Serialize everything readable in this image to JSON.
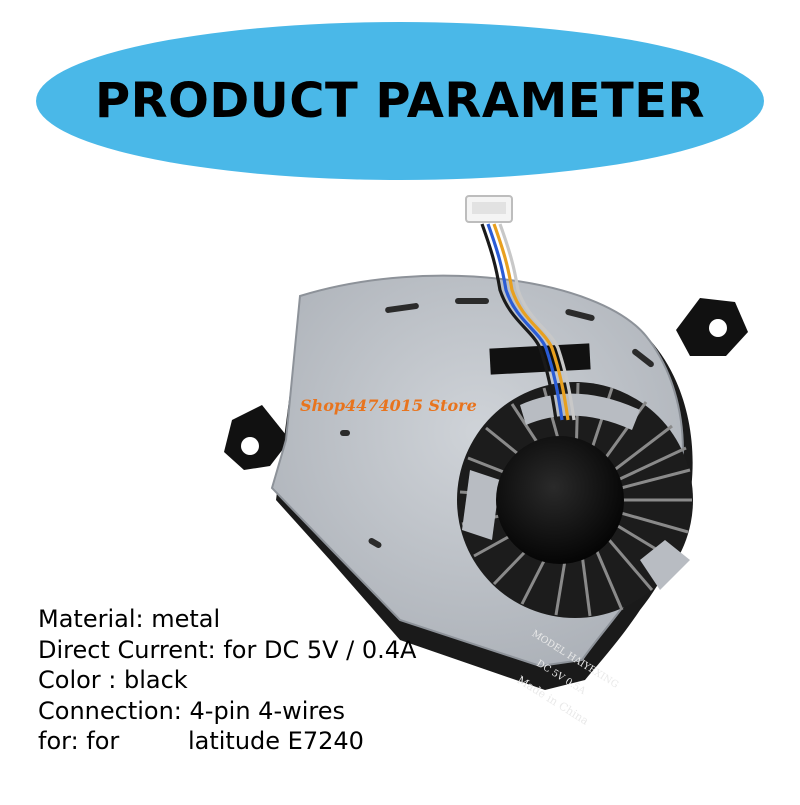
{
  "banner": {
    "title": "PRODUCT PARAMETER",
    "color": "#4ab8e8"
  },
  "watermark": {
    "text": "Shop4474015 Store",
    "color": "#e8741e"
  },
  "fan_label": {
    "line1": "MODEL HAIYEXING",
    "line2": "DC 5V  0.5A",
    "line3": "Made in China"
  },
  "specs": [
    "Material: metal",
    "Direct Current: for DC 5V / 0.4A",
    "Color : black",
    "Connection: 4-pin 4-wires",
    "for: for         latitude E7240"
  ],
  "wire_colors": [
    "#1a1a1a",
    "#2a5cd6",
    "#e8a020",
    "#c8c8c8"
  ]
}
